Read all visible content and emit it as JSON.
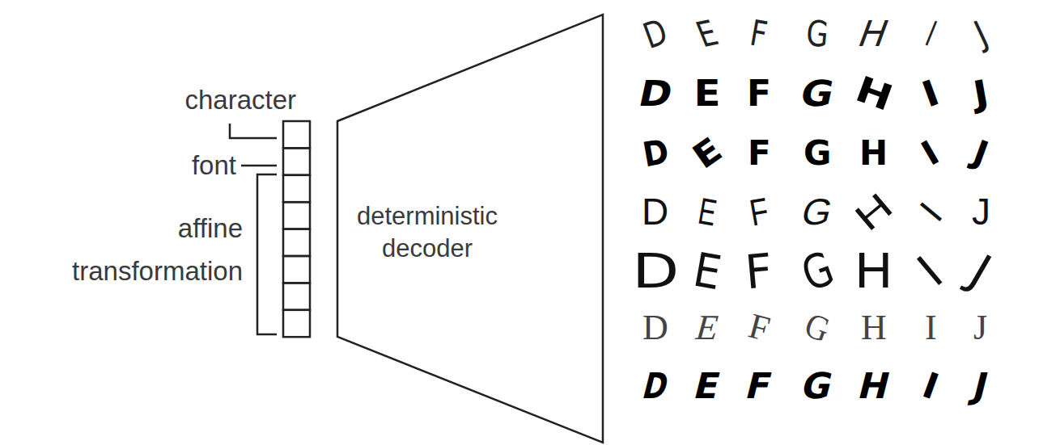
{
  "diagram": {
    "nodes": [
      {
        "text": [
          "deterministic decoder"
        ]
      }
    ],
    "labels": [
      "character",
      "font",
      "affine transformation",
      "D",
      "E",
      "F",
      "G",
      "H",
      "I",
      "J",
      "D",
      "E",
      "F",
      "G",
      "H",
      "I",
      "J",
      "D",
      "E",
      "F",
      "G",
      "H",
      "I",
      "J",
      "D",
      "E",
      "F",
      "G",
      "H",
      "I",
      "J",
      "D",
      "E",
      "F",
      "G",
      "H",
      "I",
      "J",
      "D",
      "E",
      "F",
      "G",
      "H",
      "I",
      "J",
      "D",
      "E",
      "F",
      "G",
      "H",
      "I",
      "J"
    ]
  }
}
